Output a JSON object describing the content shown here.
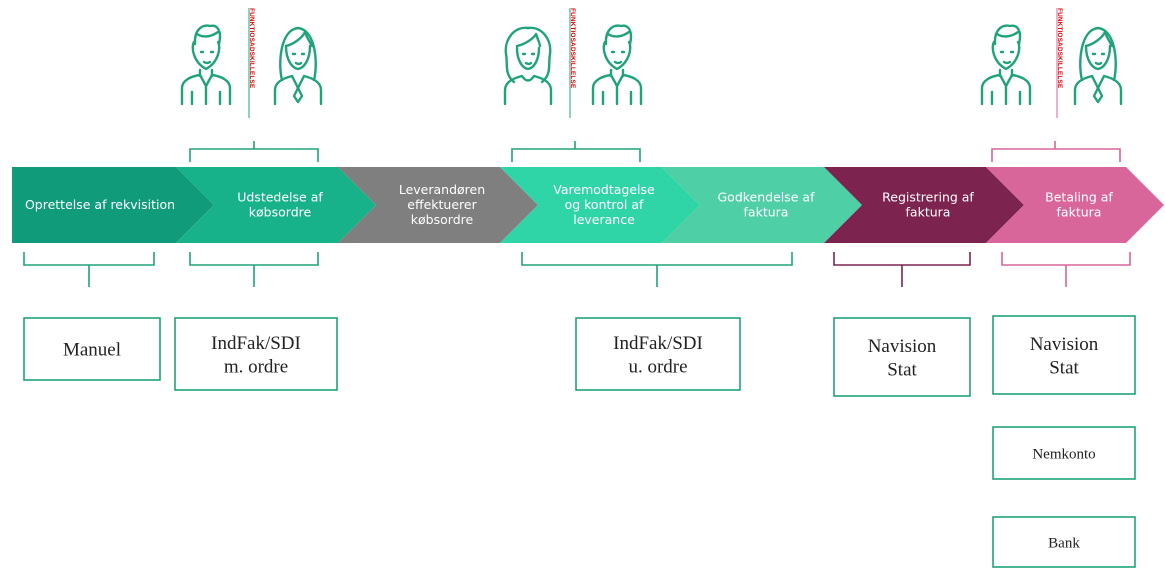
{
  "steps": [
    {
      "lines": [
        "Oprettelse af rekvisition"
      ],
      "color": "#109c7a"
    },
    {
      "lines": [
        "Udstedelse af",
        "købsordre"
      ],
      "color": "#17b289"
    },
    {
      "lines": [
        "Leverandøren",
        "effektuerer",
        "købsordre"
      ],
      "color": "#7f7f7f"
    },
    {
      "lines": [
        "Varemodtagelse",
        "og kontrol af",
        "leverance"
      ],
      "color": "#2fd4a7"
    },
    {
      "lines": [
        "Godkendelse af",
        "faktura"
      ],
      "color": "#4fcfa6"
    },
    {
      "lines": [
        "Registrering af",
        "faktura"
      ],
      "color": "#7d2350"
    },
    {
      "lines": [
        "Betaling af",
        "faktura"
      ],
      "color": "#d8669a"
    }
  ],
  "segregation_label": "FUNKTIOSADSKILLELSE",
  "systems": [
    {
      "lines": [
        "Manuel"
      ],
      "border": "#1fa37a"
    },
    {
      "lines": [
        "IndFak/SDI",
        "m. ordre"
      ],
      "border": "#1fa37a"
    },
    {
      "lines": [
        "IndFak/SDI",
        "u. ordre"
      ],
      "border": "#1fa37a"
    },
    {
      "lines": [
        "Navision",
        "Stat"
      ],
      "border": "#1fa37a"
    },
    {
      "lines": [
        "Navision",
        "Stat"
      ],
      "border": "#1fa37a"
    },
    {
      "lines": [
        "Nemkonto"
      ],
      "border": "#1fa37a"
    },
    {
      "lines": [
        "Bank"
      ],
      "border": "#1fa37a"
    }
  ],
  "colors": {
    "green_bracket": "#1fa37a",
    "maroon_bracket": "#7d2350",
    "pink_bracket": "#d8669a",
    "person_icon": "#1fa37a",
    "warning_text": "#e00000"
  }
}
